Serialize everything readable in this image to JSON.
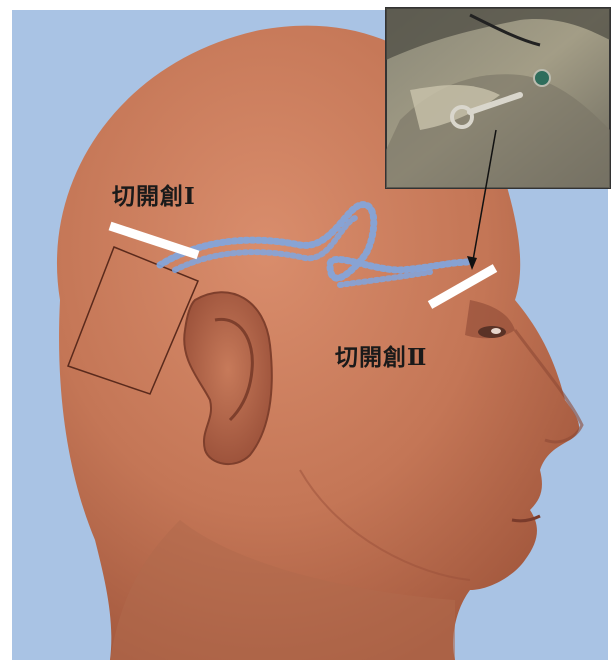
{
  "labels": {
    "incision_1": "切開創Ⅰ",
    "incision_2": "切開創Ⅱ"
  },
  "colors": {
    "background": "#a9c3e4",
    "skin": "#c97b5a",
    "skin_shadow": "#a85d42",
    "incision": "#ffffff",
    "dotted_path": "#7fa6e0",
    "photo_border": "#333333"
  },
  "icons": {
    "implant_outline": "rectangle-outline",
    "inset_photo": "surgical-photo"
  }
}
